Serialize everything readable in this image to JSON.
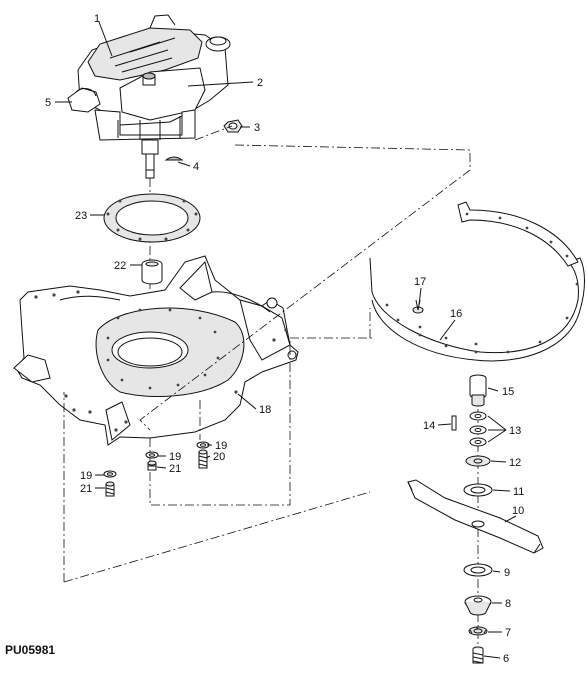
{
  "figure_code": "PU05981",
  "callouts": [
    {
      "id": "c1",
      "label": "1"
    },
    {
      "id": "c2",
      "label": "2"
    },
    {
      "id": "c3",
      "label": "3"
    },
    {
      "id": "c4",
      "label": "4"
    },
    {
      "id": "c5",
      "label": "5"
    },
    {
      "id": "c23",
      "label": "23"
    },
    {
      "id": "c22",
      "label": "22"
    },
    {
      "id": "c18",
      "label": "18"
    },
    {
      "id": "c19a",
      "label": "19"
    },
    {
      "id": "c19b",
      "label": "19"
    },
    {
      "id": "c19c",
      "label": "19"
    },
    {
      "id": "c20",
      "label": "20"
    },
    {
      "id": "c21a",
      "label": "21"
    },
    {
      "id": "c21b",
      "label": "21"
    },
    {
      "id": "c17",
      "label": "17"
    },
    {
      "id": "c16",
      "label": "16"
    },
    {
      "id": "c15",
      "label": "15"
    },
    {
      "id": "c14",
      "label": "14"
    },
    {
      "id": "c13",
      "label": "13"
    },
    {
      "id": "c12",
      "label": "12"
    },
    {
      "id": "c11",
      "label": "11"
    },
    {
      "id": "c10",
      "label": "10"
    },
    {
      "id": "c9",
      "label": "9"
    },
    {
      "id": "c8",
      "label": "8"
    },
    {
      "id": "c7",
      "label": "7"
    },
    {
      "id": "c6",
      "label": "6"
    }
  ]
}
